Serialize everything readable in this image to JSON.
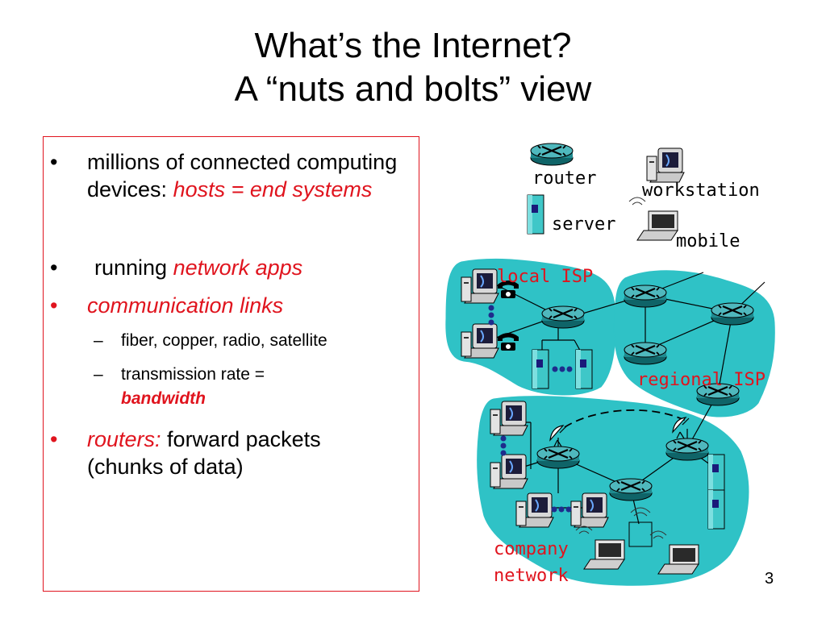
{
  "title": {
    "line1": "What’s the Internet?",
    "line2": "A “nuts and bolts” view"
  },
  "bullets": {
    "b1_part1": "millions of connected computing devices: ",
    "b1_hosts": "hosts = end systems",
    "b2_plain": "running ",
    "b2_italic": "network apps",
    "b3": "communication links",
    "sub1": "fiber, copper, radio, satellite",
    "sub2_plain": "transmission rate = ",
    "sub2_bold": "bandwidth",
    "b4_italic": "routers:",
    "b4_plain": " forward packets (chunks of data)",
    "bullet_char": "•",
    "dash_char": "–"
  },
  "legend": {
    "router": "router",
    "workstation": "workstation",
    "server": "server",
    "mobile": "mobile"
  },
  "diagram": {
    "local_isp": "local ISP",
    "regional_isp": "regional ISP",
    "company_line1": "company",
    "company_line2": "network"
  },
  "colors": {
    "cloud": "#2fc2c6",
    "accent_red": "#e0141e",
    "router_fill": "#1f8a8f",
    "link_dots": "#1e2c8c"
  },
  "icons": [
    "router-icon",
    "workstation-icon",
    "server-icon",
    "mobile-icon",
    "telephone-icon",
    "satellite-dish-icon"
  ],
  "page_number": "3"
}
